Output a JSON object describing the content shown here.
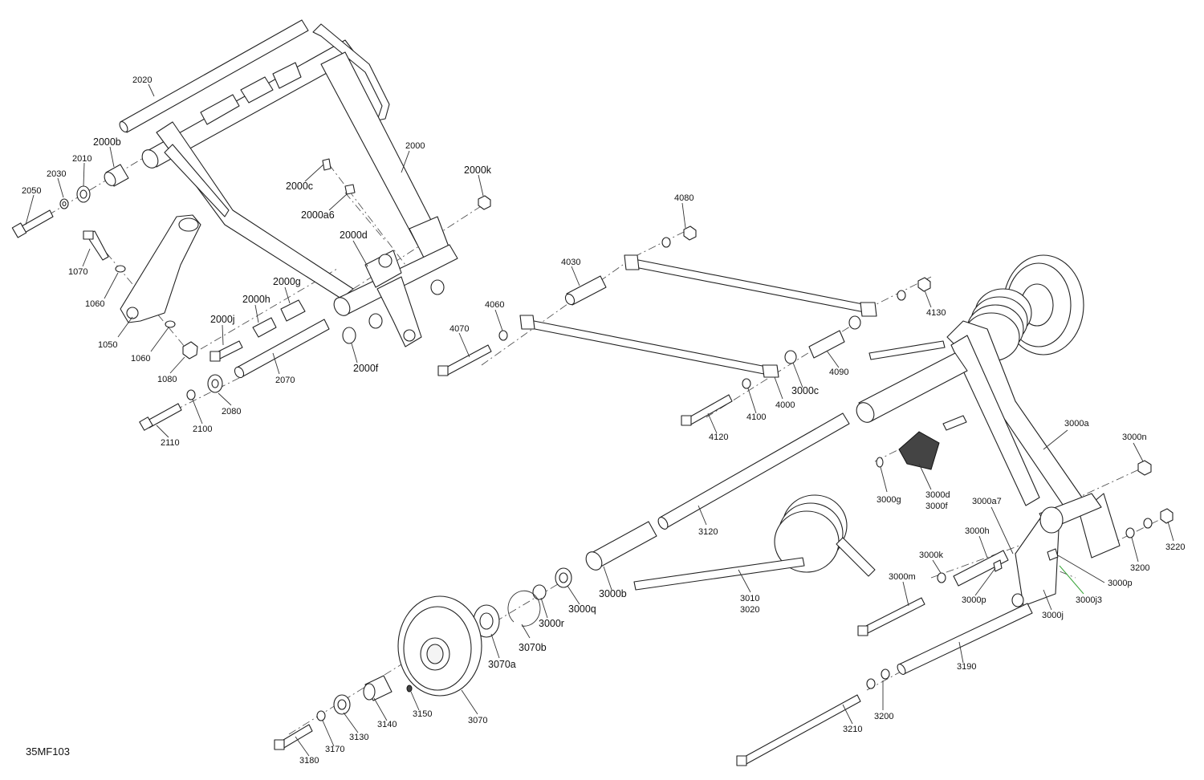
{
  "diagram_ref": "35MF103",
  "labels": {
    "l2020": "2020",
    "l2000b": "2000b",
    "l2010": "2010",
    "l2030": "2030",
    "l2050": "2050",
    "l2000": "2000",
    "l2000c": "2000c",
    "l2000a6": "2000a6",
    "l2000k": "2000k",
    "l2000d": "2000d",
    "l1070": "1070",
    "l1060a": "1060",
    "l1050": "1050",
    "l1060b": "1060",
    "l1080": "1080",
    "l2000g": "2000g",
    "l2000h": "2000h",
    "l2000j": "2000j",
    "l2070": "2070",
    "l2080": "2080",
    "l2100": "2100",
    "l2110": "2110",
    "l2000f": "2000f",
    "l4080": "4080",
    "l4030": "4030",
    "l4060": "4060",
    "l4070": "4070",
    "l4130": "4130",
    "l4090": "4090",
    "l3000c": "3000c",
    "l4000": "4000",
    "l4100": "4100",
    "l4120": "4120",
    "l3000a": "3000a",
    "l3000n": "3000n",
    "l3000g": "3000g",
    "l3000d": "3000d",
    "l3000f": "3000f",
    "l3000a7": "3000a7",
    "l3000h": "3000h",
    "l3000k": "3000k",
    "l3000m": "3000m",
    "l3000p1": "3000p",
    "l3000p2": "3000p",
    "l3000j3": "3000j3",
    "l3000j": "3000j",
    "l3200a": "3200",
    "l3220": "3220",
    "l3120": "3120",
    "l3010": "3010",
    "l3020": "3020",
    "l3000b": "3000b",
    "l3000q": "3000q",
    "l3000r": "3000r",
    "l3070b": "3070b",
    "l3070a": "3070a",
    "l3070": "3070",
    "l3150": "3150",
    "l3140": "3140",
    "l3130": "3130",
    "l3170": "3170",
    "l3180": "3180",
    "l3190": "3190",
    "l3200b": "3200",
    "l3210": "3210"
  },
  "colors": {
    "line": "#222222",
    "highlight_leader": "#3aa53a"
  }
}
